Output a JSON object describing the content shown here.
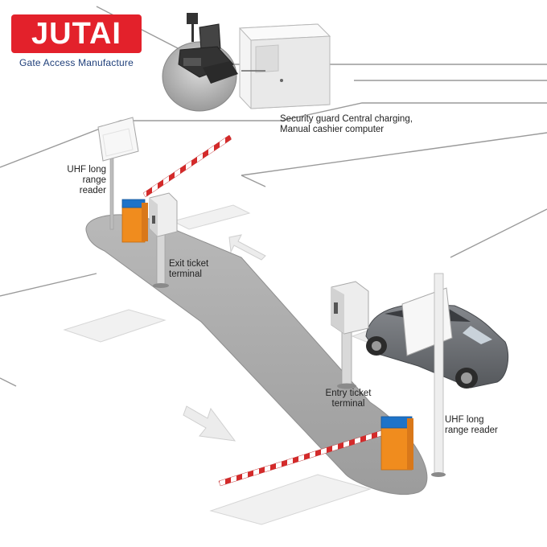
{
  "brand": {
    "name": "JUTAI",
    "tagline": "Gate Access Manufacture",
    "color": "#e3212b",
    "tagline_color": "#1f3f7a"
  },
  "labels": {
    "security": "Security guard Central charging,\nManual cashier computer",
    "uhf_left": "UHF long\nrange reader",
    "exit_terminal": "Exit ticket\nterminal",
    "entry_terminal": "Entry ticket\nterminal",
    "uhf_right": "UHF long\nrange reader"
  },
  "colors": {
    "barrier_body": "#f08c1e",
    "barrier_top": "#1e73c8",
    "boom_stripe": "#d42a2a",
    "island": "#a9a9a9",
    "road_line": "#9a9a9a",
    "car": "#6b6e73"
  }
}
